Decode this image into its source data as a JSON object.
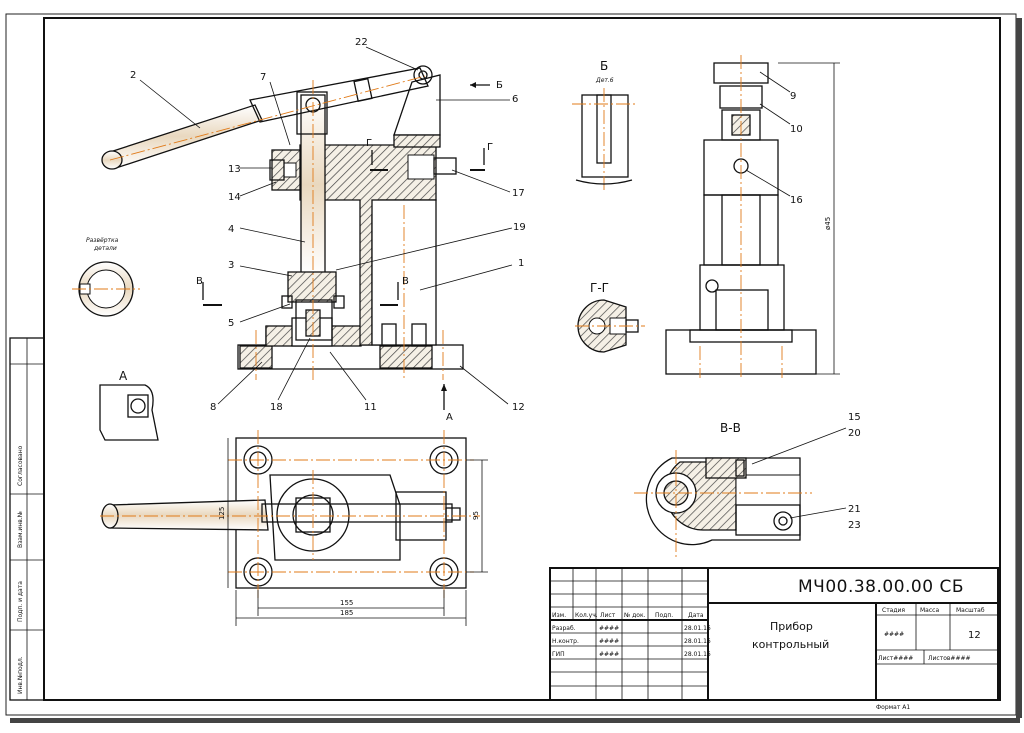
{
  "drawing": {
    "code": "МЧ00.38.00.00 СБ",
    "name_line1": "Прибор",
    "name_line2": "контрольный",
    "format": "Формат А1"
  },
  "views": {
    "b_label": "Б",
    "b_sub": "Дет.6",
    "g_label": "Г-Г",
    "a_label": "А",
    "vv_label": "В-В",
    "arrow_b": "Б",
    "arrow_g": "Г",
    "arrow_v1": "В",
    "arrow_v2": "В",
    "arrow_a": "А",
    "bushing_caption1": "Развёртка",
    "bushing_caption2": "детали"
  },
  "positions": [
    "1",
    "2",
    "3",
    "4",
    "5",
    "6",
    "7",
    "8",
    "9",
    "10",
    "11",
    "12",
    "13",
    "14",
    "15",
    "16",
    "17",
    "18",
    "19",
    "20",
    "21",
    "22",
    "23"
  ],
  "dimensions": {
    "overall_height": "ø45",
    "len_155": "155",
    "len_185": "185",
    "h_95": "95",
    "h_125": "125"
  },
  "title_block": {
    "headers": [
      "Изм.",
      "Кол.уч.",
      "Лист",
      "№ док.",
      "Подп.",
      "Дата"
    ],
    "rows": [
      {
        "role": "Разраб.",
        "name": "####",
        "date": "28.01.16"
      },
      {
        "role": "Н.контр.",
        "name": "####",
        "date": "28.01.16"
      },
      {
        "role": "ГИП",
        "name": "####",
        "date": "28.01.16"
      }
    ],
    "stage_hdr": "Стадия",
    "mass_hdr": "Масса",
    "scale_hdr": "Масштаб",
    "stage_val": "####",
    "scale_val": "12",
    "sheet": "Лист####",
    "sheets": "Листов####"
  },
  "side_stamps": [
    "Согласовано",
    "Взам.инв.№",
    "Подп. и дата",
    "Инв.№подл."
  ],
  "colors": {
    "centerline": "#e07b1a",
    "line": "#111111"
  }
}
